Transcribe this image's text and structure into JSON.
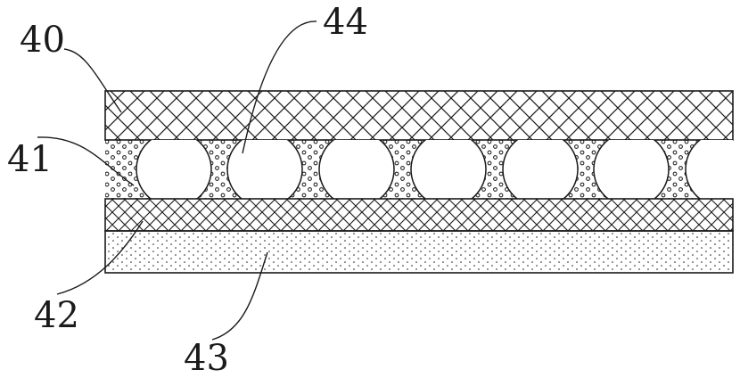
{
  "labels": {
    "top_layer": "40",
    "pore_layer": "41",
    "lower_mesh_layer": "42",
    "base_layer": "43",
    "filler": "44"
  },
  "colors": {
    "line": "#1a1a1a",
    "background": "#ffffff"
  }
}
